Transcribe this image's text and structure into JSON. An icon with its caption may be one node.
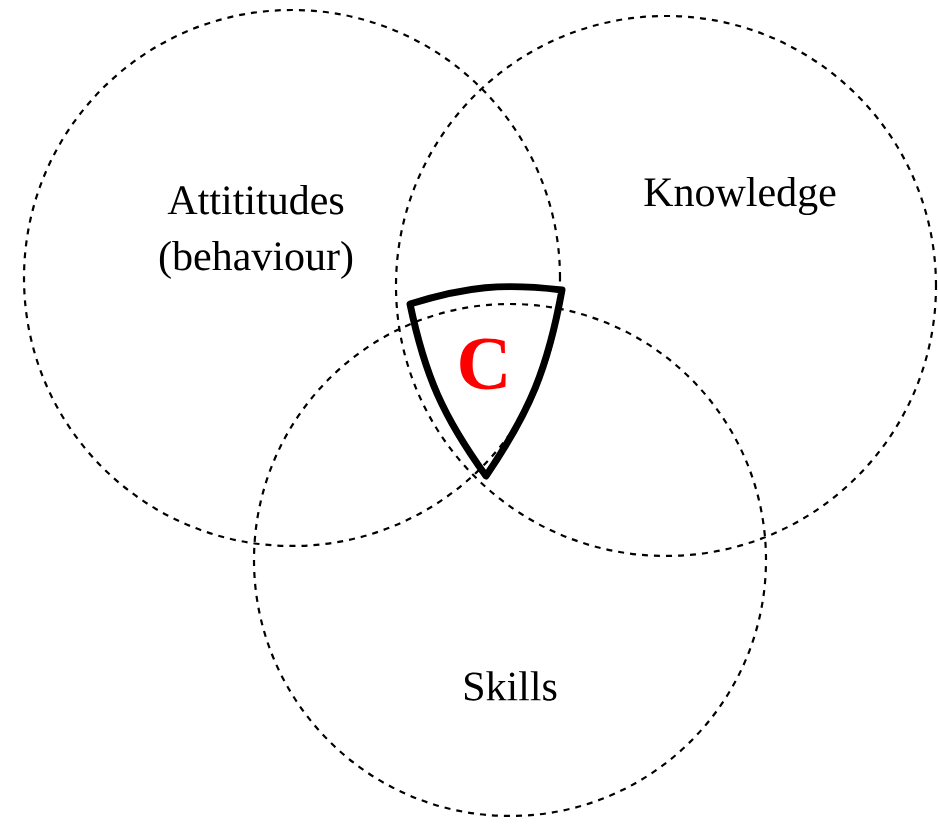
{
  "diagram": {
    "nodes": [
      {
        "text": [
          "Attititudes (behaviour)"
        ]
      },
      {
        "text": [
          "Knowledge"
        ]
      },
      {
        "text": [
          "Skills"
        ]
      },
      {
        "text": [
          "C"
        ]
      }
    ]
  }
}
